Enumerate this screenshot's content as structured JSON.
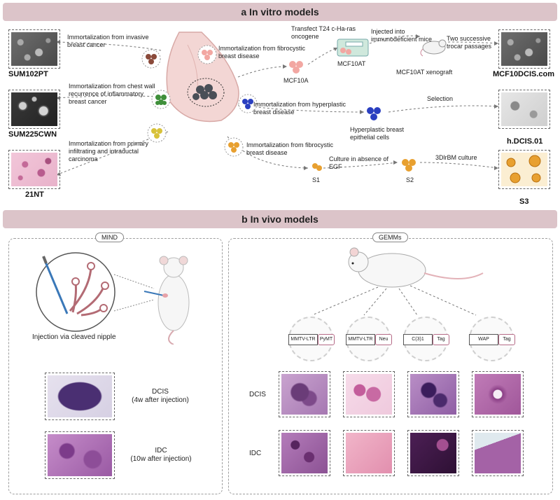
{
  "section_a": {
    "title": "a In vitro models",
    "left_models": [
      {
        "name": "SUM102PT",
        "caption": "Immortalization from invasive breast cancer"
      },
      {
        "name": "SUM225CWN",
        "caption": "Immortalization from chest wall recurrence of inflammatory breast cancer"
      },
      {
        "name": "21NT",
        "caption": "Immortalization from primary infiltrating and intraductal carcinoma"
      }
    ],
    "row1": {
      "source": "Immortalization from fibrocystic breast disease",
      "cell1": "MCF10A",
      "step1": "Transfect T24 c-Ha-ras oncogene",
      "cell2": "MCF10AT",
      "step2": "Injected into immunodeficient mice",
      "xenograft": "MCF10AT xenograft",
      "step3": "Two successive trocar passages",
      "result": "MCF10DCIS.com"
    },
    "row2": {
      "source": "Immortalization from hyperplastic breast disease",
      "cell": "Hyperplastic breast epithelial cells",
      "step": "Selection",
      "result": "h.DCIS.01"
    },
    "row3": {
      "source": "Immortalization from fibrocystic breast disease",
      "cell1": "S1",
      "step1": "Culture in absence of EGF",
      "cell2": "S2",
      "step2": "3DlrBM culture",
      "result": "S3"
    },
    "cluster_colors": {
      "brown": "#8a4a3a",
      "green": "#3f8f3a",
      "yellow": "#d8c23a",
      "pink": "#f2a7a2",
      "blue": "#2a3fc0",
      "orange": "#e8a030",
      "gray": "#4a4f57"
    }
  },
  "section_b": {
    "title": "b In vivo models",
    "mind": {
      "tag": "MIND",
      "injection_caption": "Injection via cleaved nipple",
      "dcis": {
        "label": "DCIS",
        "sub": "(4w after injection)"
      },
      "idc": {
        "label": "IDC",
        "sub": "(10w after injection)"
      }
    },
    "gemms": {
      "tag": "GEMMs",
      "constructs": [
        {
          "promoter": "MMTV-LTR",
          "gene": "PyMT"
        },
        {
          "promoter": "MMTV-LTR",
          "gene": "Neu"
        },
        {
          "promoter": "C(3)1",
          "gene": "Tag"
        },
        {
          "promoter": "WAP",
          "gene": "Tag"
        }
      ],
      "row_labels": [
        "DCIS",
        "IDC"
      ]
    }
  },
  "colors": {
    "banner": "#dcc4c9",
    "breast": "#f3d6d4"
  }
}
